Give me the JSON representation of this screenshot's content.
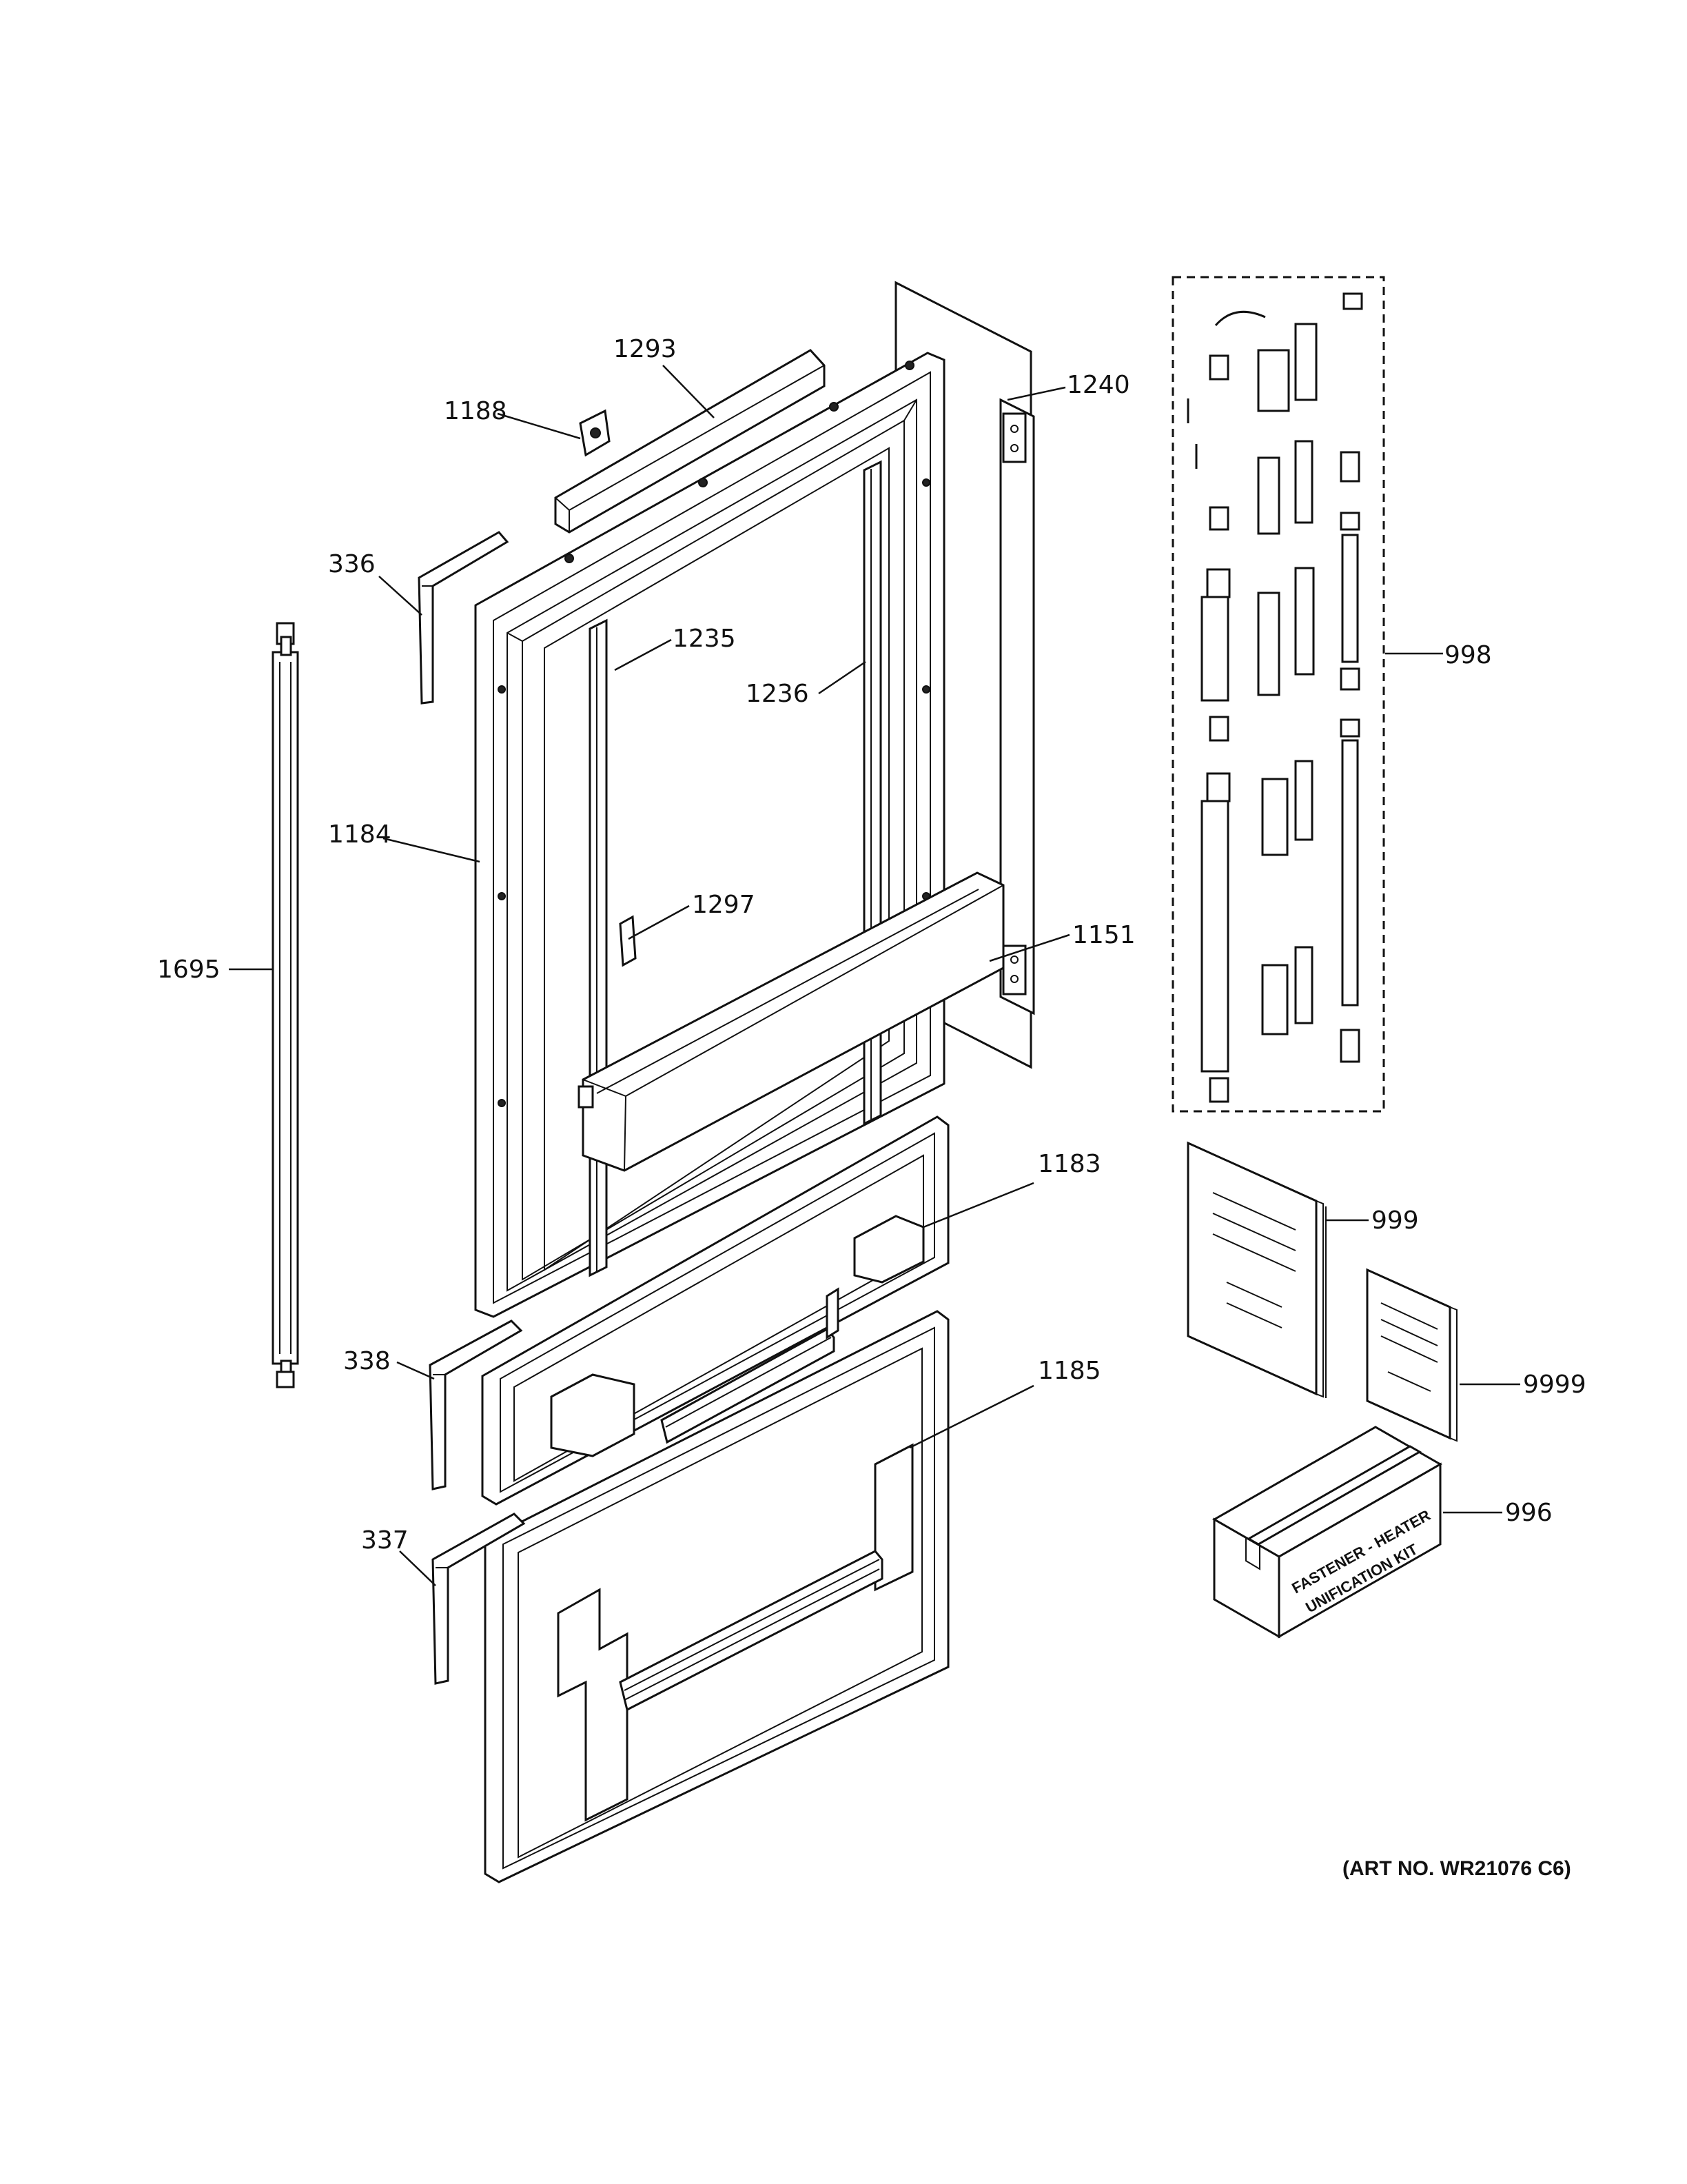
{
  "callouts": [
    {
      "id": "1293",
      "text": "1293"
    },
    {
      "id": "1188",
      "text": "1188"
    },
    {
      "id": "1240",
      "text": "1240"
    },
    {
      "id": "336",
      "text": "336"
    },
    {
      "id": "1235",
      "text": "1235"
    },
    {
      "id": "1236",
      "text": "1236"
    },
    {
      "id": "998",
      "text": "998"
    },
    {
      "id": "1184",
      "text": "1184"
    },
    {
      "id": "1297",
      "text": "1297"
    },
    {
      "id": "1695",
      "text": "1695"
    },
    {
      "id": "1151",
      "text": "1151"
    },
    {
      "id": "1183",
      "text": "1183"
    },
    {
      "id": "999",
      "text": "999"
    },
    {
      "id": "338",
      "text": "338"
    },
    {
      "id": "1185",
      "text": "1185"
    },
    {
      "id": "9999",
      "text": "9999"
    },
    {
      "id": "996",
      "text": "996"
    },
    {
      "id": "337",
      "text": "337"
    }
  ],
  "kit_box": {
    "line1": "FASTENER - HEATER",
    "line2": "UNIFICATION KIT"
  },
  "art_number": "(ART NO. WR21076 C6)"
}
